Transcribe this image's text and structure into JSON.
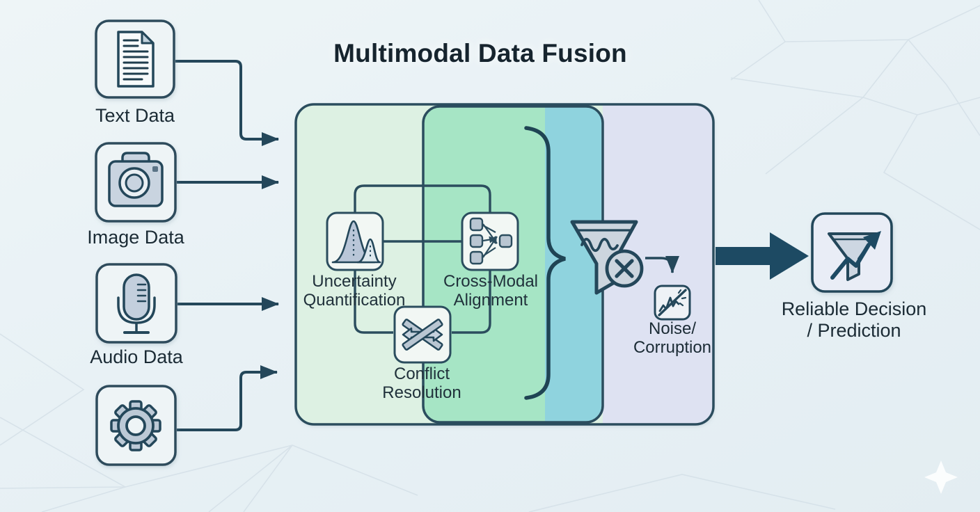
{
  "title": "Multimodal Data Fusion",
  "inputs": {
    "items": [
      {
        "label": "Text Data",
        "icon": "document-icon"
      },
      {
        "label": "Image Data",
        "icon": "camera-icon"
      },
      {
        "label": "Audio Data",
        "icon": "microphone-icon"
      },
      {
        "label": "",
        "icon": "gear-icon"
      }
    ]
  },
  "fusion": {
    "modules": [
      {
        "lines": [
          "Uncertainty",
          "Quantification"
        ],
        "icon": "distribution-curves-icon"
      },
      {
        "lines": [
          "Cross-Modal",
          "Alignment"
        ],
        "icon": "network-mapping-icon"
      },
      {
        "lines": [
          "Conflict",
          "Resolution"
        ],
        "icon": "crossed-arrows-icon"
      }
    ],
    "filter_icon": "funnel-reject-icon",
    "noise": {
      "lines": [
        "Noise/",
        "Corruption"
      ],
      "icon": "corrupted-signal-icon"
    }
  },
  "output": {
    "lines": [
      "Reliable Decision",
      "/ Prediction"
    ],
    "icon": "filter-trend-icon"
  },
  "colors": {
    "background": "#e9f1f5",
    "stroke_dark": "#24475a",
    "mint_section": "#ddf1e3",
    "green_section": "#a6e5c5",
    "teal_section": "#8fd3de",
    "lavender_section": "#dee2f2",
    "arrow_navy": "#1d4a63",
    "icon_fill": "#c9d4e0"
  }
}
